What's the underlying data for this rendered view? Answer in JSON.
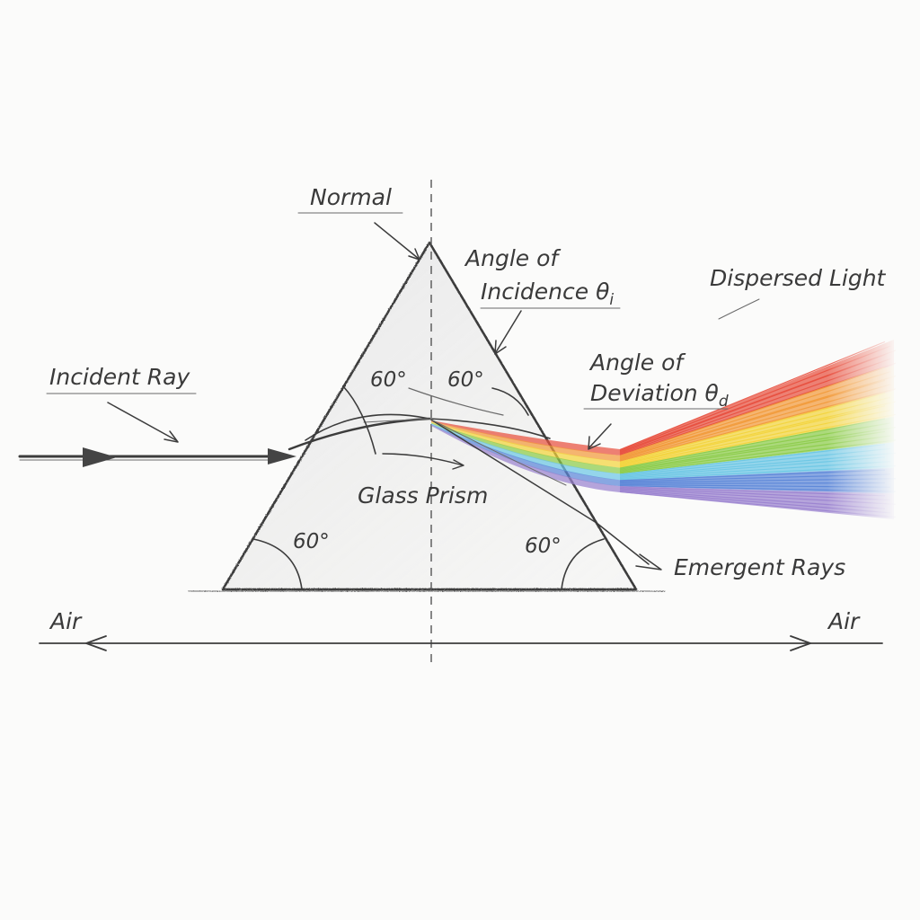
{
  "labels": {
    "normal": "Normal",
    "angle_incidence_line1": "Angle of",
    "angle_incidence_line2": "Incidence θ",
    "angle_incidence_sub": "i",
    "dispersed_light": "Dispersed Light",
    "incident_ray": "Incident Ray",
    "angle_deviation_line1": "Angle of",
    "angle_deviation_line2": "Deviation θ",
    "angle_deviation_sub": "d",
    "glass_prism": "Glass Prism",
    "emergent_rays": "Emergent Rays",
    "air_left": "Air",
    "air_right": "Air"
  },
  "angles": {
    "apex_left": "60°",
    "apex_right": "60°",
    "base_left": "60°",
    "base_right": "60°"
  },
  "spectrum_colors": [
    "#e8503f",
    "#f29a3a",
    "#f3d43c",
    "#8ccc4a",
    "#6cc6e4",
    "#5b86d8",
    "#9a82cf"
  ]
}
